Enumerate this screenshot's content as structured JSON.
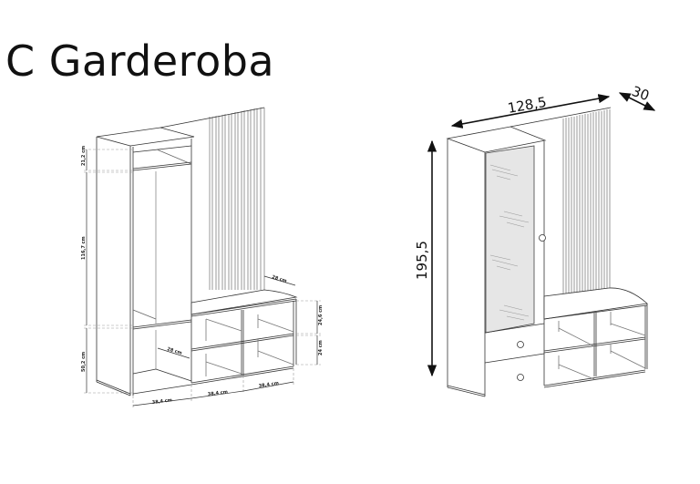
{
  "title": "C Garderoba",
  "left_drawing": {
    "labels": {
      "top_compartment_height": "21,2 cm",
      "wardrobe_inner_height": "116,7 cm",
      "lower_compartment_height": "50,2 cm",
      "seat_depth": "28 cm",
      "bench_upper_shelf_height": "24,6 cm",
      "bench_lower_shelf_height": "24 cm",
      "inner_shelf_depth": "28 cm",
      "width_1": "38,4 cm",
      "width_2": "38,4 cm",
      "width_3": "38,4 cm"
    }
  },
  "right_drawing": {
    "labels": {
      "overall_width": "128,5",
      "overall_depth": "30",
      "overall_height": "195,5"
    }
  },
  "colors": {
    "line": "#333333",
    "glass": "#e6e6e6",
    "dash": "#9a9a9a"
  }
}
